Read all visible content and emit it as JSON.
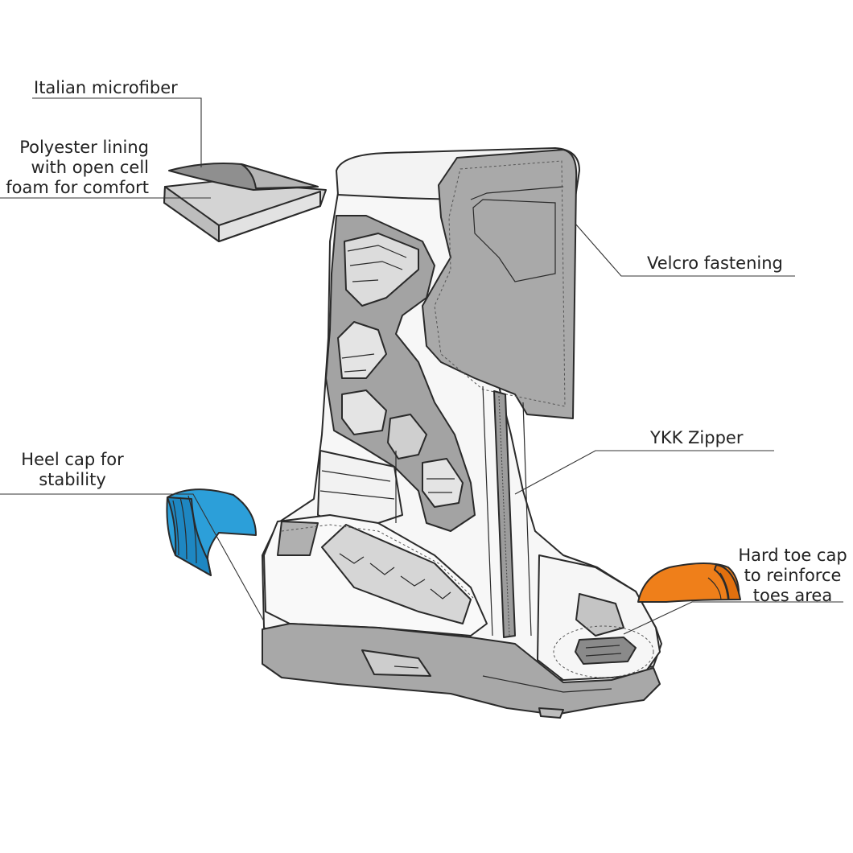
{
  "labels": {
    "microfiber": "Italian microfiber",
    "lining": "Polyester lining\nwith open cell\nfoam for comfort",
    "velcro": "Velcro fastening",
    "zipper": "YKK Zipper",
    "heel": "Heel cap for\nstability",
    "toe": "Hard toe cap\nto reinforce\ntoes area"
  },
  "colors": {
    "outline": "#2a2a2a",
    "gray": "#a9a9a9",
    "light_gray": "#c8c8c8",
    "heel_cap": "#2c9fd9",
    "toe_cap": "#ef7f1a",
    "stitch": "#e0a050"
  }
}
